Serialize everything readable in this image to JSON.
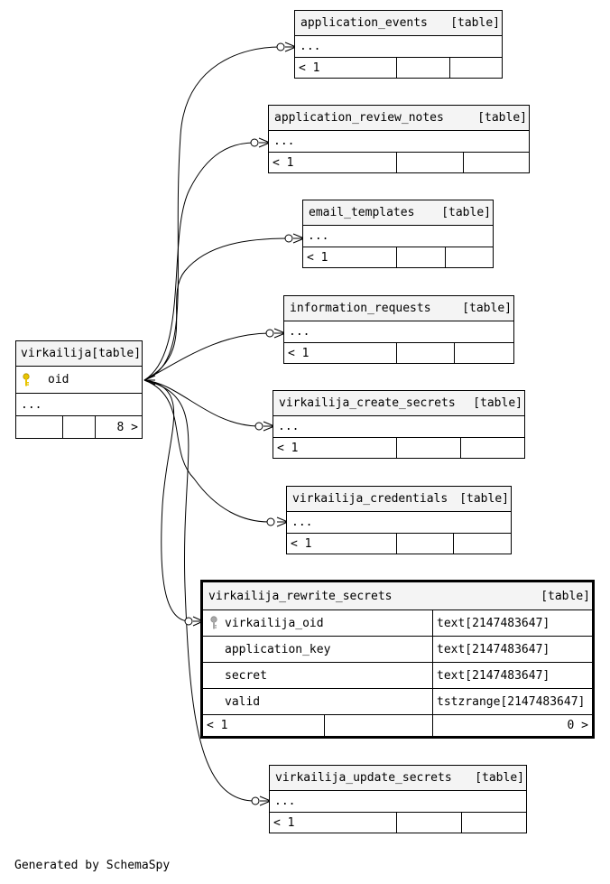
{
  "source_table": {
    "name": "virkailija",
    "type_label": "[table]",
    "column": "oid",
    "ellipsis": "...",
    "footer_count": "8 >"
  },
  "targets": [
    {
      "name": "application_events",
      "type_label": "[table]",
      "ellipsis": "...",
      "footer": "< 1"
    },
    {
      "name": "application_review_notes",
      "type_label": "[table]",
      "ellipsis": "...",
      "footer": "< 1"
    },
    {
      "name": "email_templates",
      "type_label": "[table]",
      "ellipsis": "...",
      "footer": "< 1"
    },
    {
      "name": "information_requests",
      "type_label": "[table]",
      "ellipsis": "...",
      "footer": "< 1"
    },
    {
      "name": "virkailija_create_secrets",
      "type_label": "[table]",
      "ellipsis": "...",
      "footer": "< 1"
    },
    {
      "name": "virkailija_credentials",
      "type_label": "[table]",
      "ellipsis": "...",
      "footer": "< 1"
    },
    {
      "name": "virkailija_update_secrets",
      "type_label": "[table]",
      "ellipsis": "...",
      "footer": "< 1"
    }
  ],
  "focus_table": {
    "name": "virkailija_rewrite_secrets",
    "type_label": "[table]",
    "columns": [
      {
        "name": "virkailija_oid",
        "type": "text[2147483647]"
      },
      {
        "name": "application_key",
        "type": "text[2147483647]"
      },
      {
        "name": "secret",
        "type": "text[2147483647]"
      },
      {
        "name": "valid",
        "type": "tstzrange[2147483647]"
      }
    ],
    "footer_left": "< 1",
    "footer_right": "0 >"
  },
  "colors": {
    "line": "#000000",
    "header_bg": "#f4f4f4",
    "primary_key": "#e8c400",
    "foreign_key": "#a8a8a8"
  },
  "footer_text": "Generated by SchemaSpy"
}
